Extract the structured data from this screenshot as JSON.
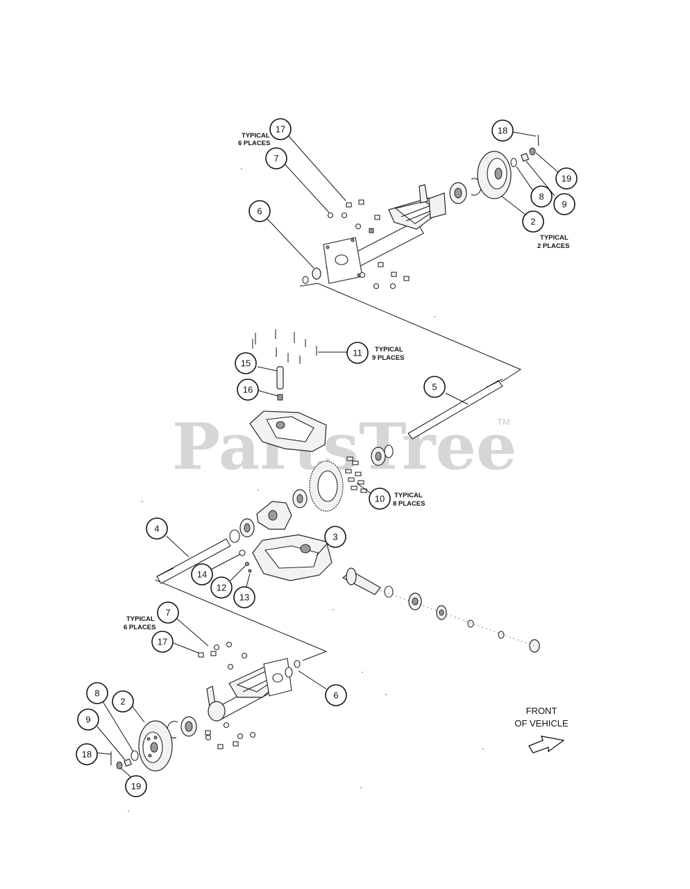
{
  "watermark": {
    "text": "PartsTree",
    "trademark": "TM"
  },
  "callouts": [
    {
      "id": "c17-top",
      "label": "17"
    },
    {
      "id": "c7-top",
      "label": "7"
    },
    {
      "id": "c6-top",
      "label": "6"
    },
    {
      "id": "c18-top",
      "label": "18"
    },
    {
      "id": "c19-top",
      "label": "19"
    },
    {
      "id": "c8-top",
      "label": "8"
    },
    {
      "id": "c9-top",
      "label": "9"
    },
    {
      "id": "c2-top",
      "label": "2"
    },
    {
      "id": "c11",
      "label": "11"
    },
    {
      "id": "c15",
      "label": "15"
    },
    {
      "id": "c16",
      "label": "16"
    },
    {
      "id": "c5",
      "label": "5"
    },
    {
      "id": "c10",
      "label": "10"
    },
    {
      "id": "c4",
      "label": "4"
    },
    {
      "id": "c3",
      "label": "3"
    },
    {
      "id": "c14",
      "label": "14"
    },
    {
      "id": "c12",
      "label": "12"
    },
    {
      "id": "c13",
      "label": "13"
    },
    {
      "id": "c7-bot",
      "label": "7"
    },
    {
      "id": "c17-bot",
      "label": "17"
    },
    {
      "id": "c6-bot",
      "label": "6"
    },
    {
      "id": "c8-bot",
      "label": "8"
    },
    {
      "id": "c2-bot",
      "label": "2"
    },
    {
      "id": "c9-bot",
      "label": "9"
    },
    {
      "id": "c18-bot",
      "label": "18"
    },
    {
      "id": "c19-bot",
      "label": "19"
    }
  ],
  "notes": {
    "typical_6_top": [
      "TYPICAL",
      "6 PLACES"
    ],
    "typical_2_top": [
      "TYPICAL",
      "2 PLACES"
    ],
    "typical_9": [
      "TYPICAL",
      "9 PLACES"
    ],
    "typical_8": [
      "TYPICAL",
      "8 PLACES"
    ],
    "typical_6_bot": [
      "TYPICAL",
      "6 PLACES"
    ]
  },
  "front_of_vehicle": [
    "FRONT",
    "OF VEHICLE"
  ]
}
